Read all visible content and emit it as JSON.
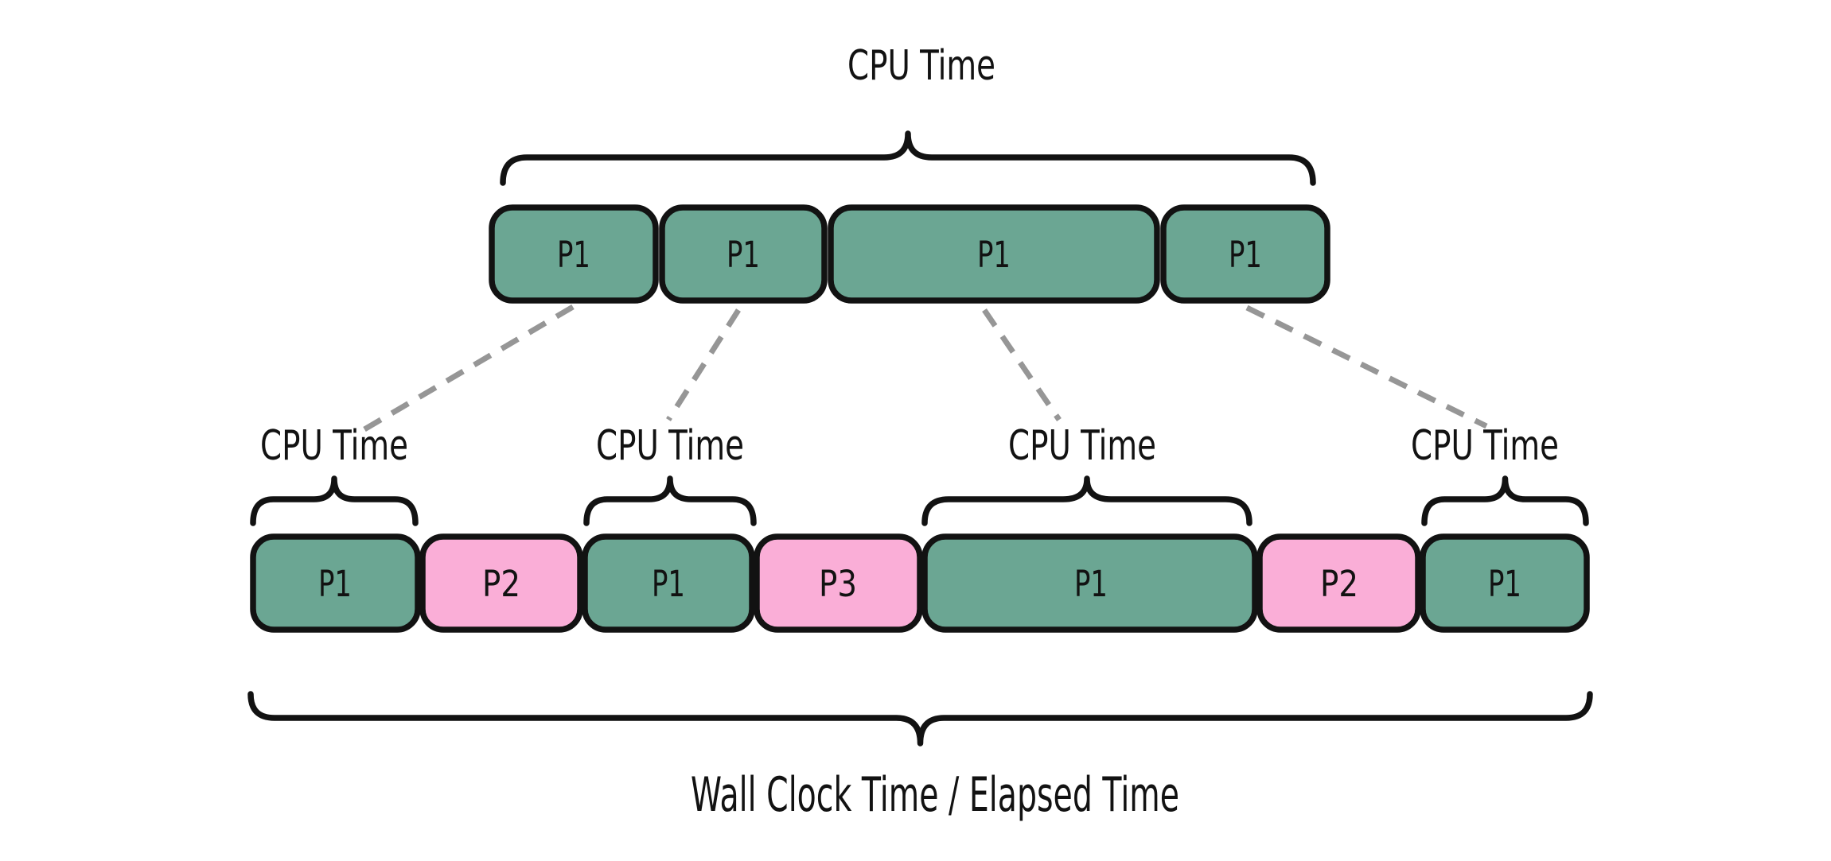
{
  "diagram": {
    "top_section": {
      "brace_label": "CPU Time",
      "blocks": [
        {
          "label": "P1"
        },
        {
          "label": "P1"
        },
        {
          "label": "P1"
        },
        {
          "label": "P1"
        }
      ]
    },
    "bottom_section": {
      "cpu_time_labels": [
        {
          "label": "CPU Time"
        },
        {
          "label": "CPU Time"
        },
        {
          "label": "CPU Time"
        },
        {
          "label": "CPU Time"
        }
      ],
      "blocks": [
        {
          "label": "P1"
        },
        {
          "label": "P2"
        },
        {
          "label": "P1"
        },
        {
          "label": "P3"
        },
        {
          "label": "P1"
        },
        {
          "label": "P2"
        },
        {
          "label": "P1"
        }
      ],
      "wall_clock_label": "Wall Clock Time / Elapsed Time"
    },
    "colors": {
      "p1_fill": "#6BA693",
      "other_fill": "#FAAED7",
      "outline": "#121212",
      "connector": "#969696"
    }
  }
}
